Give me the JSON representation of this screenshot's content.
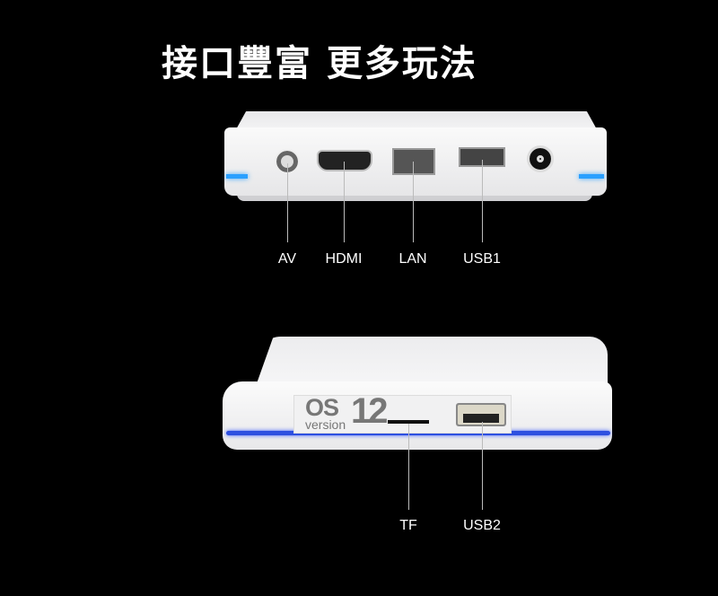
{
  "title": "接口豐富 更多玩法",
  "rear_ports": [
    {
      "label": "AV"
    },
    {
      "label": "HDMI"
    },
    {
      "label": "LAN"
    },
    {
      "label": "USB1"
    }
  ],
  "front_panel": {
    "os_brand": "OS",
    "os_number": "12",
    "os_version": "version"
  },
  "side_ports": [
    {
      "label": "TF"
    },
    {
      "label": "USB2"
    }
  ]
}
